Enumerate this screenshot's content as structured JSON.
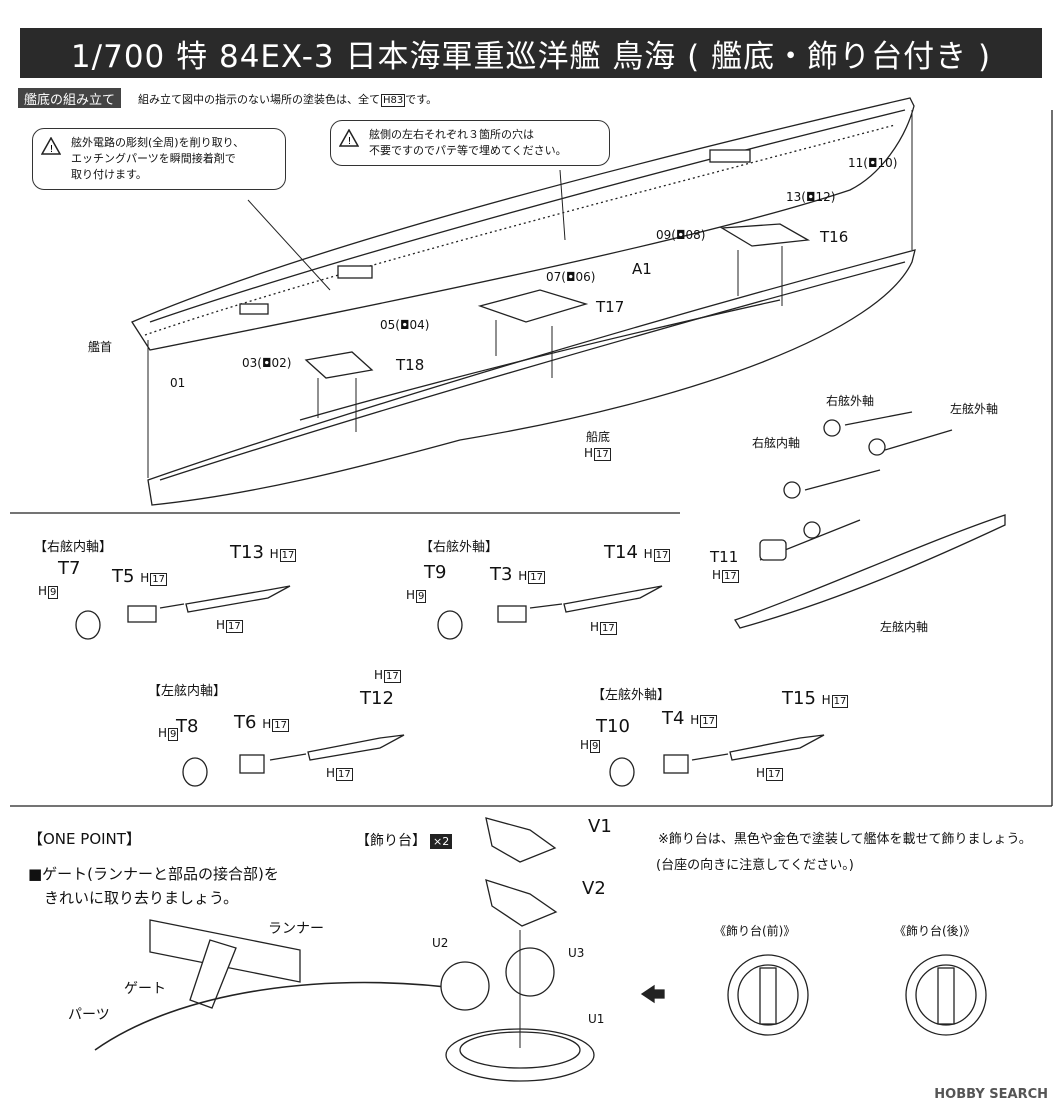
{
  "title": "1/700 特 84EX-3 日本海軍重巡洋艦 鳥海 ( 艦底・飾り台付き )",
  "section": {
    "label": "艦底の組み立て",
    "note_pre": "組み立て図中の指示のない場所の塗装色は、全て",
    "note_code": "H83",
    "note_post": "です。"
  },
  "callouts": {
    "etching": {
      "line1": "舷外電路の彫刻(全周)を削り取り、",
      "line2": "エッチングパーツを瞬間接着剤で",
      "line3": "取り付けます。"
    },
    "holes": {
      "line1": "舷側の左右それぞれ３箇所の穴は",
      "line2": "不要ですのでパテ等で埋めてください。"
    }
  },
  "hull_labels": {
    "bow": "艦首",
    "p01": "01",
    "p03": "03(",
    "p02": "02)",
    "p05": "05(",
    "p04": "04)",
    "p07": "07(",
    "p06": "06)",
    "p09": "09(",
    "p08": "08)",
    "p13": "13(",
    "p12": "12)",
    "p11": "11(",
    "p10": "10)",
    "a1": "A1",
    "t16": "T16",
    "t17": "T17",
    "t18": "T18",
    "bottom": "船底",
    "bottom_code": "17"
  },
  "shaft_labels": {
    "right_outer": "右舷外軸",
    "left_outer": "左舷外軸",
    "right_inner": "右舷内軸",
    "left_inner": "左舷内軸",
    "t11": "T11",
    "t11_code": "17"
  },
  "groups": {
    "right_inner": {
      "title": "【右舷内軸】",
      "shaft": "T13",
      "shaft_code": "17",
      "prop": "T7",
      "prop_code": "9",
      "mount": "T5",
      "mount_code": "17",
      "rod_code": "17"
    },
    "right_outer": {
      "title": "【右舷外軸】",
      "shaft": "T14",
      "shaft_code": "17",
      "prop": "T9",
      "prop_code": "9",
      "mount": "T3",
      "mount_code": "17",
      "rod_code": "17"
    },
    "left_inner": {
      "title": "【左舷内軸】",
      "shaft": "T12",
      "shaft_code": "17",
      "prop": "T8",
      "prop_code": "9",
      "mount": "T6",
      "mount_code": "17",
      "rod_code": "17"
    },
    "left_outer": {
      "title": "【左舷外軸】",
      "shaft": "T15",
      "shaft_code": "17",
      "prop": "T10",
      "prop_code": "9",
      "mount": "T4",
      "mount_code": "17",
      "rod_code": "17"
    }
  },
  "onepoint": {
    "title": "【ONE POINT】",
    "line1": "■ゲート(ランナーと部品の接合部)を",
    "line2": "きれいに取り去りましょう。",
    "runner": "ランナー",
    "gate": "ゲート",
    "part": "パーツ"
  },
  "stand": {
    "title": "【飾り台】",
    "count": "×2",
    "v1": "V1",
    "v2": "V2",
    "u1": "U1",
    "u2": "U2",
    "u3": "U3",
    "note1": "※飾り台は、黒色や金色で塗装して艦体を載せて飾りましょう。",
    "note2": "(台座の向きに注意してください。)",
    "front": "《飾り台(前)》",
    "rear": "《飾り台(後)》"
  },
  "code_prefix": "H",
  "watermark": "HOBBY SEARCH"
}
